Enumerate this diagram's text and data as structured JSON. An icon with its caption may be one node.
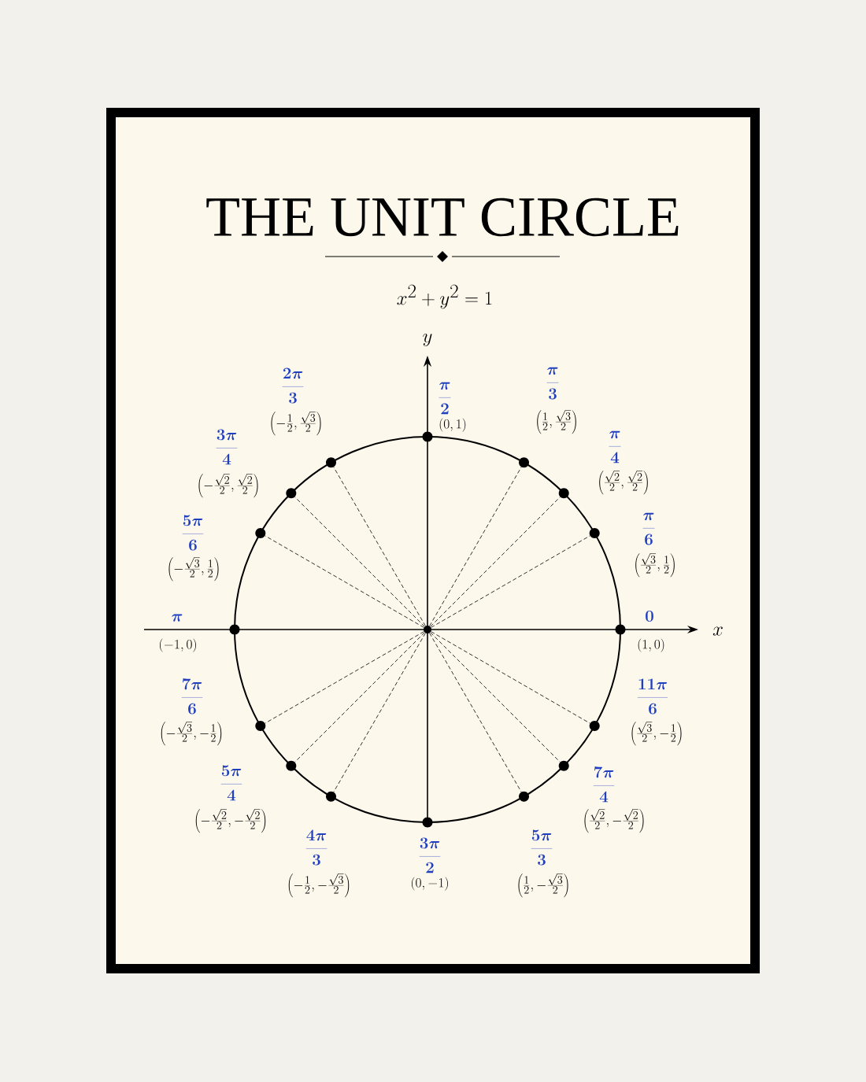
{
  "diagram": {
    "title": "THE UNIT CIRCLE",
    "nodes": [
      {
        "text": [],
        "shape": "circle"
      },
      {
        "text": [],
        "shape": "circle",
        "beside": [
          "0",
          "(1, 0)"
        ]
      },
      {
        "text": [],
        "shape": "circle",
        "beside": [
          "\\frac{\\pi}{6}",
          "\\left(\\frac{\\sqrt{3}}{2}, \\frac{1}{2}\\right)"
        ]
      },
      {
        "text": [],
        "shape": "circle",
        "beside": [
          "\\frac{\\pi}{4}",
          "\\left(\\frac{\\sqrt{2}}{2}, \\frac{\\sqrt{2}}{2}\\right)"
        ]
      },
      {
        "text": [],
        "shape": "circle",
        "beside": [
          "\\frac{\\pi}{3}",
          "\\left(\\frac{1}{2}, \\frac{\\sqrt{3}}{2}\\right)"
        ]
      },
      {
        "text": [],
        "shape": "circle",
        "beside": [
          "\\frac{\\pi}{2}",
          "(0, 1)"
        ]
      },
      {
        "text": [],
        "shape": "circle",
        "beside": [
          "\\frac{2\\pi}{3}",
          "\\left(-\\frac{1}{2}, \\frac{\\sqrt{3}}{2}\\right)"
        ]
      },
      {
        "text": [],
        "shape": "circle",
        "beside": [
          "\\frac{3\\pi}{4}",
          "\\left(-\\frac{\\sqrt{2}}{2}, \\frac{\\sqrt{2}}{2}\\right)"
        ]
      },
      {
        "text": [],
        "shape": "circle",
        "beside": [
          "\\frac{5\\pi}{6}",
          "\\left(-\\frac{\\sqrt{3}}{2}, \\frac{1}{2}\\right)"
        ]
      },
      {
        "text": [],
        "shape": "circle",
        "beside": [
          "\\pi",
          "(-1, 0)"
        ]
      },
      {
        "text": [],
        "shape": "circle",
        "beside": [
          "\\frac{7\\pi}{6}",
          "\\left(-\\frac{\\sqrt{3}}{2}, -\\frac{1}{2}\\right)"
        ]
      },
      {
        "text": [],
        "shape": "circle",
        "beside": [
          "\\frac{5\\pi}{4}",
          "\\left(-\\frac{\\sqrt{2}}{2}, -\\frac{\\sqrt{2}}{2}\\right)"
        ]
      },
      {
        "text": [],
        "shape": "circle",
        "beside": [
          "\\frac{4\\pi}{3}",
          "\\left(-\\frac{1}{2}, -\\frac{\\sqrt{3}}{2}\\right)"
        ]
      },
      {
        "text": [],
        "shape": "circle",
        "beside": [
          "\\frac{3\\pi}{2}",
          "(0, -1)"
        ]
      },
      {
        "text": [],
        "shape": "circle",
        "beside": [
          "\\frac{5\\pi}{3}",
          "\\left(\\frac{1}{2}, -\\frac{\\sqrt{3}}{2}\\right)"
        ]
      },
      {
        "text": [],
        "shape": "circle",
        "beside": [
          "\\frac{7\\pi}{4}",
          "\\left(\\frac{\\sqrt{2}}{2}, -\\frac{\\sqrt{2}}{2}\\right)"
        ]
      },
      {
        "text": [],
        "shape": "circle",
        "beside": [
          "\\frac{11\\pi}{6}",
          "\\left(\\frac{\\sqrt{3}}{2}, -\\frac{1}{2}\\right)"
        ]
      }
    ],
    "edges": [
      {
        "from": 0,
        "to": 2,
        "arrow": "none",
        "style": "dashed"
      },
      {
        "from": 0,
        "to": 3,
        "arrow": "none",
        "style": "dashed"
      },
      {
        "from": 0,
        "to": 4,
        "arrow": "none",
        "style": "dashed"
      },
      {
        "from": 0,
        "to": 6,
        "arrow": "none",
        "style": "dashed"
      },
      {
        "from": 0,
        "to": 7,
        "arrow": "none",
        "style": "dashed"
      },
      {
        "from": 0,
        "to": 8,
        "arrow": "none",
        "style": "dashed"
      },
      {
        "from": 0,
        "to": 10,
        "arrow": "none",
        "style": "dashed"
      },
      {
        "from": 0,
        "to": 11,
        "arrow": "none",
        "style": "dashed"
      },
      {
        "from": 0,
        "to": 12,
        "arrow": "none",
        "style": "dashed"
      },
      {
        "from": 0,
        "to": 14,
        "arrow": "none",
        "style": "dashed"
      },
      {
        "from": 0,
        "to": 15,
        "arrow": "none",
        "style": "dashed"
      },
      {
        "from": 0,
        "to": 16,
        "arrow": "none",
        "style": "dashed"
      }
    ],
    "labels": [
      "x^2 + y^2 = 1",
      "y",
      "x"
    ]
  }
}
